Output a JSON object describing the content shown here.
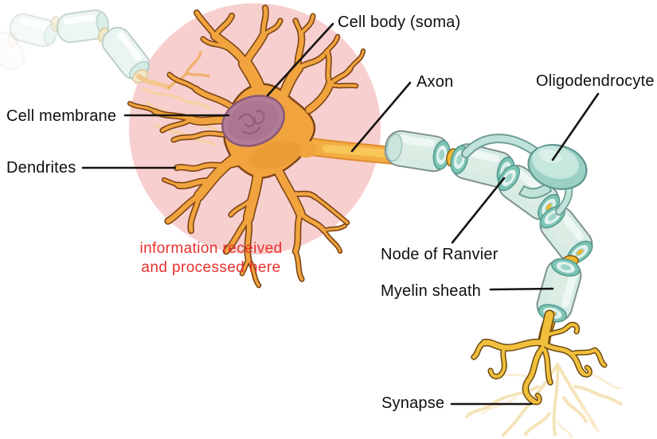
{
  "diagram": {
    "labels": {
      "cell_body": "Cell body (soma)",
      "axon": "Axon",
      "oligodendrocyte": "Oligodendrocyte",
      "cell_membrane": "Cell membrane",
      "dendrites": "Dendrites",
      "node_of_ranvier": "Node of Ranvier",
      "myelin_sheath": "Myelin sheath",
      "synapse": "Synapse"
    },
    "annotation": {
      "line1": "information received",
      "line2": "and processed here",
      "color": "#e8312c"
    },
    "colors": {
      "highlight_region_pink": "#f8cfcf",
      "neuron_orange": "#f1a43e",
      "neuron_outline": "#7d4415",
      "nucleus_mauve": "#b17d97",
      "myelin_teal": "#d6ebe5",
      "myelin_ring_teal": "#7cc4b6",
      "axon_yellow": "#f2b832",
      "synapse_gold": "#f1bf3c",
      "faded_branch_tan": "#f3dfad",
      "label_text": "#0e0e0e",
      "leader_line": "#161311"
    }
  }
}
